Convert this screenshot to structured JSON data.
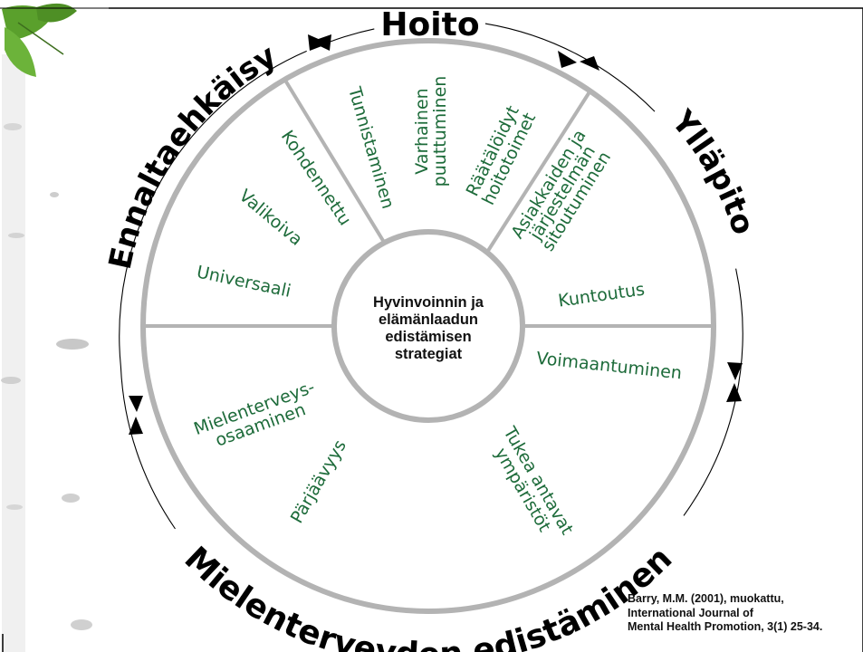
{
  "outer_labels": {
    "top": "Hoito",
    "left": "Ennaltaehkäisy",
    "right": "Ylläpito",
    "bottom": "Mielenterveyden edistäminen"
  },
  "center": {
    "lines": [
      "Hyvinvoinnin ja",
      "elämänlaadun",
      "edistämisen",
      "strategiat"
    ]
  },
  "segments": {
    "kohdennettu": "Kohdennettu",
    "valikoiva": "Valikoiva",
    "universaali": "Universaali",
    "tunnistaminen": "Tunnistaminen",
    "varhainen_puuttuminen": [
      "Varhainen",
      "puuttuminen"
    ],
    "raataloidyt_hoitotoimet": [
      "Räätälöidyt",
      "hoitotoimet"
    ],
    "asiakkaiden_sitoutuminen": [
      "Asiakkaiden ja",
      "järjestelmän",
      "sitoutuminen"
    ],
    "kuntoutus": "Kuntoutus",
    "voimaantuminen": "Voimaantuminen",
    "tukea_antavat_ymparistot": [
      "Tukea antavat",
      "ympäristöt"
    ],
    "mielenterveysosaaminen": [
      "Mielenterveys-",
      "osaaminen"
    ],
    "parjaavyys": "Pärjäävyys"
  },
  "citation": "Barry, M.M. (2001), muokattu,\nInternational Journal of\nMental Health Promotion, 3(1) 25-34.",
  "colors": {
    "segment_text": "#1d6b3a",
    "wheel_line": "#b3b3b3",
    "outer_text": "#000000",
    "frame": "#000000",
    "leaf_green": "#5aa02c"
  }
}
